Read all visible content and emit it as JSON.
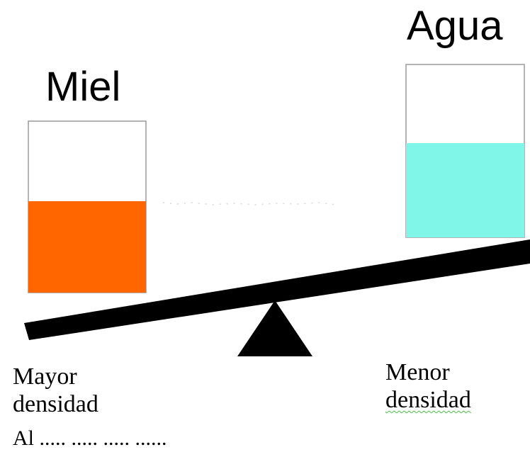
{
  "diagram": {
    "left_container": {
      "title": "Miel",
      "fill_color": "#ff6600",
      "fill_fraction": 0.54
    },
    "right_container": {
      "title": "Agua",
      "fill_color": "#80f6e8",
      "fill_fraction": 0.54
    },
    "left_label": {
      "line1": "Mayor",
      "line2": "densidad"
    },
    "right_label": {
      "line1": "Menor",
      "line2": "densidad"
    },
    "bottom_partial_text": "Al  .....  .....  .....  ......"
  }
}
